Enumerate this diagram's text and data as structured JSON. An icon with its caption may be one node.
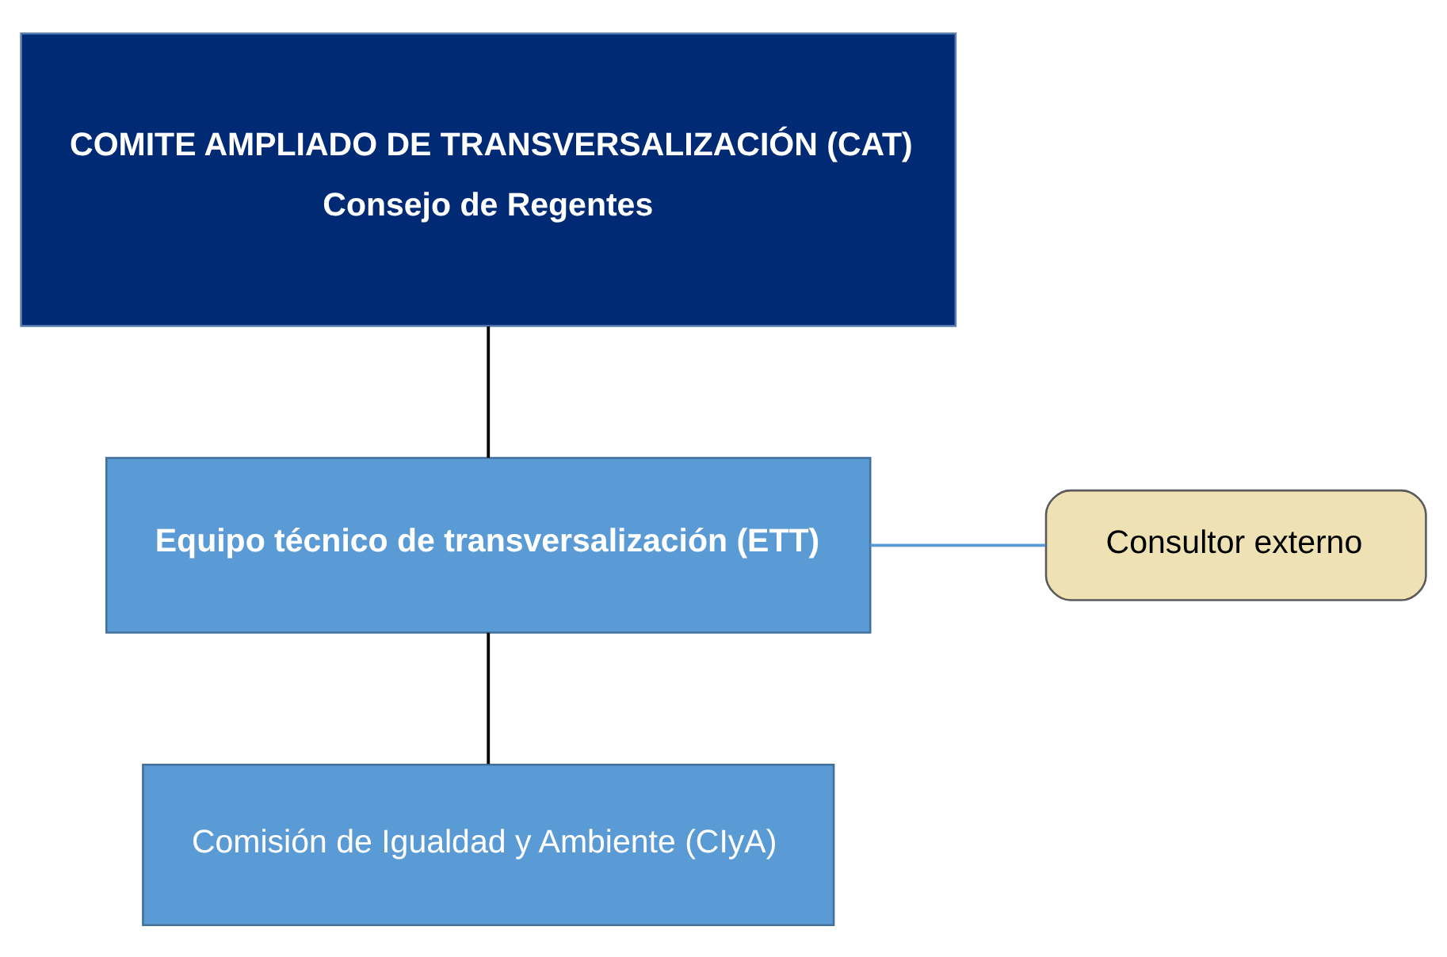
{
  "diagram": {
    "nodes": [
      {
        "text": [
          "COMITE AMPLIADO DE TRANSVERSALIZACIÓN (CAT)",
          "Consejo de Regentes"
        ]
      },
      {
        "text": [
          "Equipo técnico de transversalización (ETT)"
        ]
      },
      {
        "text": [
          "Consultor externo"
        ]
      },
      {
        "text": [
          "Comisión de Igualdad y Ambiente (CIyA)"
        ]
      }
    ],
    "edges": [
      {
        "from": 0,
        "to": 1,
        "arrow": "none"
      },
      {
        "from": 1,
        "to": 2,
        "arrow": "none",
        "color": "#5b9bd5"
      },
      {
        "from": 1,
        "to": 3,
        "arrow": "none"
      }
    ]
  }
}
